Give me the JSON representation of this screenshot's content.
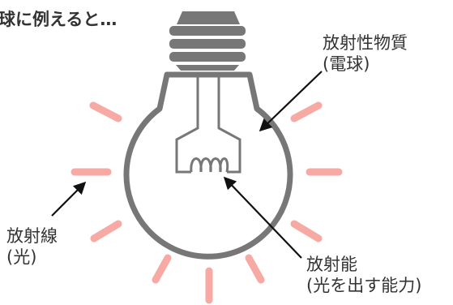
{
  "title": "球に例えると…",
  "labels": {
    "material": {
      "line1": "放射性物質",
      "line2": "(電球)"
    },
    "radiation": {
      "line1": "放射線",
      "line2": "(光)"
    },
    "activity": {
      "line1": "放射能",
      "line2": "(光を出す能力)"
    }
  },
  "colors": {
    "bulb_outline": "#777777",
    "rays": "#f7aaa4",
    "text": "#333333",
    "arrow": "#111111"
  }
}
